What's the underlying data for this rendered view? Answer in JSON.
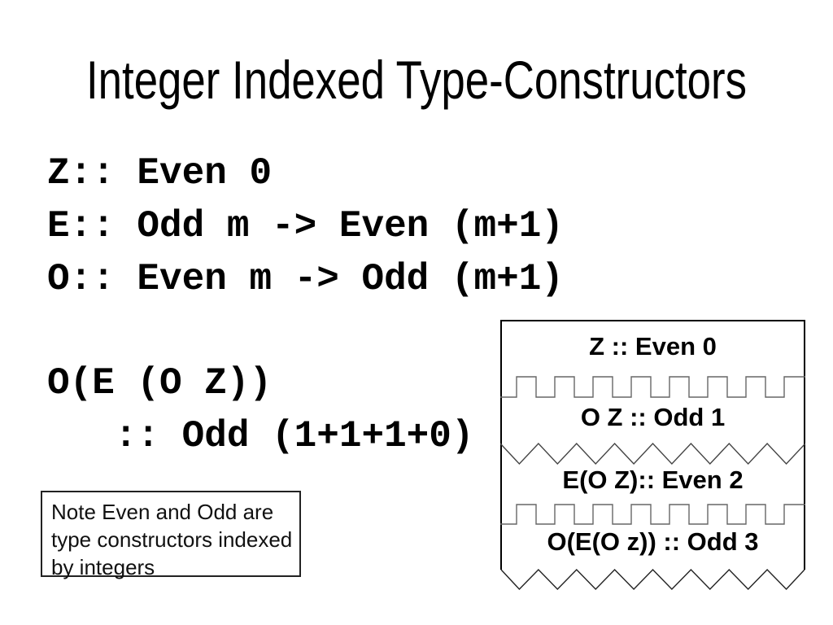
{
  "slide": {
    "title": "Integer Indexed Type-Constructors",
    "code_lines": [
      "Z:: Even 0",
      "E:: Odd m -> Even (m+1)",
      "O:: Even m -> Odd (m+1)",
      "O(E (O Z))",
      "   :: Odd (1+1+1+0)"
    ],
    "note": {
      "lines": [
        "Note Even and Odd are",
        "type constructors indexed",
        "by integers"
      ]
    },
    "diagram": {
      "rows": [
        {
          "label": "Z :: Even 0"
        },
        {
          "label": "O Z :: Odd 1"
        },
        {
          "label": "E(O Z):: Even 2"
        },
        {
          "label": "O(E(O z)) :: Odd 3"
        }
      ],
      "divider_styles": [
        "square-wave",
        "zigzag",
        "square-wave",
        "zigzag-bottom"
      ]
    },
    "colors": {
      "background": "#ffffff",
      "text": "#000000",
      "border": "#000000",
      "divider_line": "#666666"
    }
  }
}
